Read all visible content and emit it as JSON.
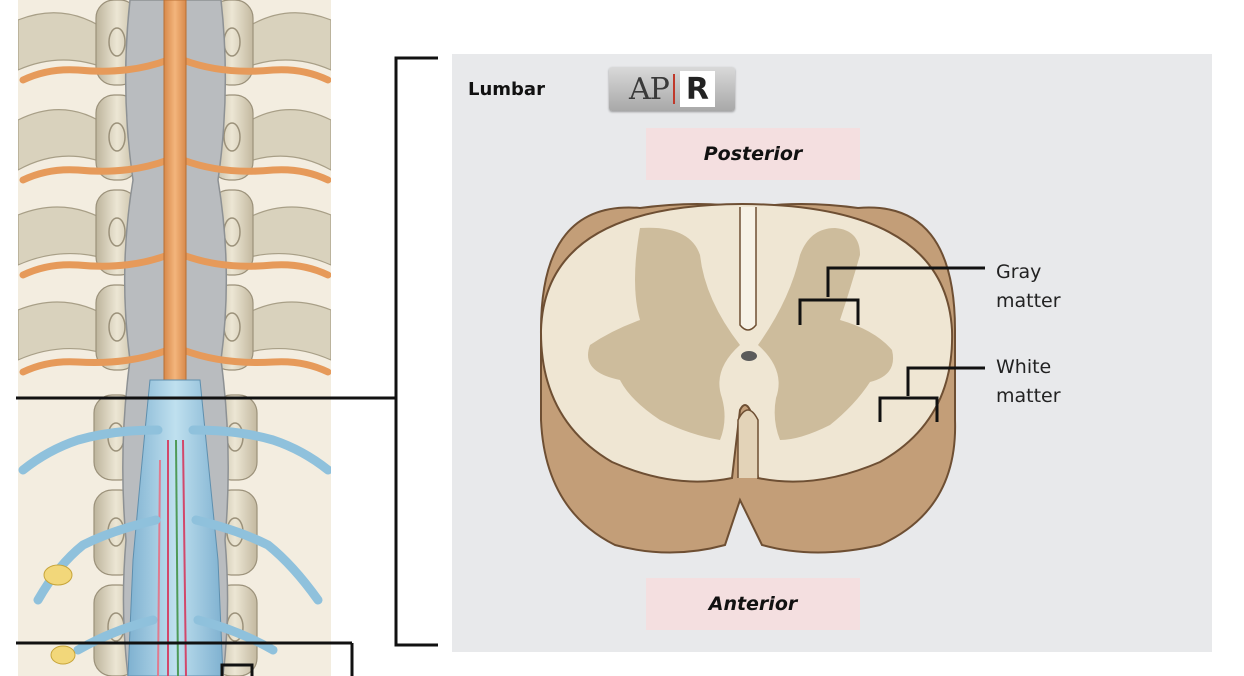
{
  "region_label": "Lumbar",
  "logo": {
    "left": "AP",
    "right": "R"
  },
  "orientation": {
    "top": "Posterior",
    "bottom": "Anterior"
  },
  "callouts": {
    "gray_line1": "Gray",
    "gray_line2": "matter",
    "white_line1": "White",
    "white_line2": "matter"
  },
  "colors": {
    "panel_background": "#e8e9eb",
    "orientation_label_bg": "#f4dfe0",
    "gray_matter": "#cdbc9c",
    "white_matter": "#efe6d3",
    "cut_surface_side": "#c4a07c",
    "spinal_cord": "#e8a66a",
    "nerve_roots": "#a8cde0",
    "vertebrae": "#ddd6c1"
  }
}
